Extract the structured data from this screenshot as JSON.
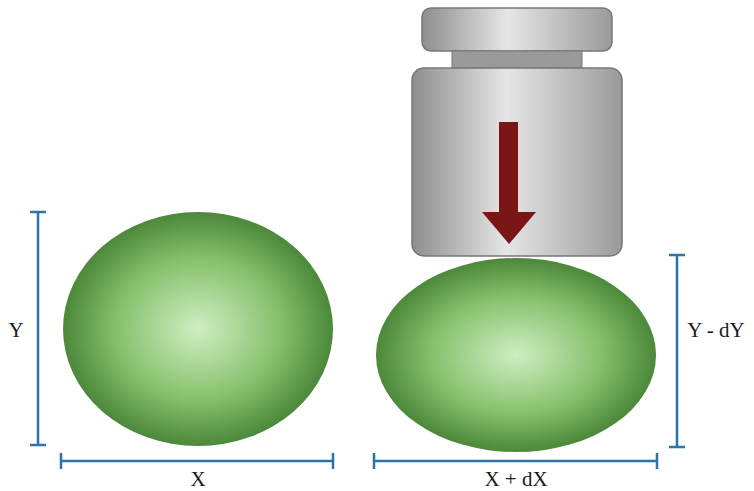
{
  "diagram": {
    "labels": [
      "Y",
      "X",
      "Y - dY",
      "X + dX"
    ]
  }
}
